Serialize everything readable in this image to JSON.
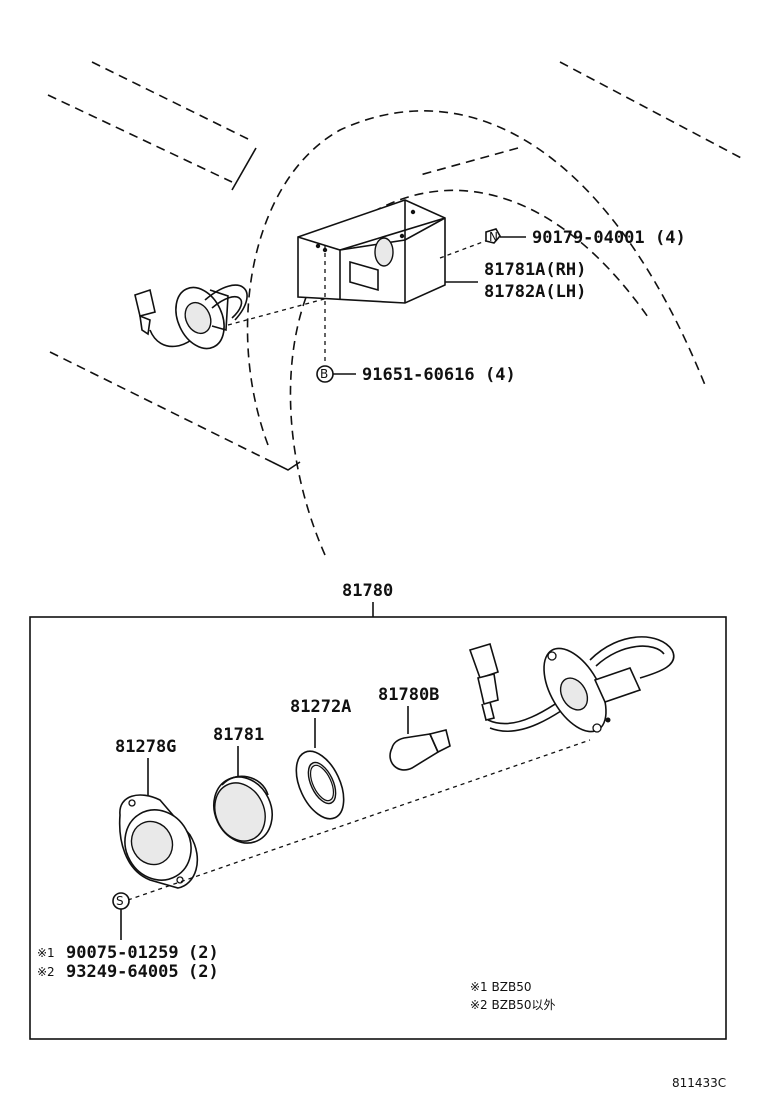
{
  "top_assembly": {
    "nut": {
      "part_no": "90179-04001",
      "qty": "(4)",
      "symbol": "N"
    },
    "bracket": {
      "part_rh": "81781A(RH)",
      "part_lh": "81782A(LH)"
    },
    "bolt": {
      "part_no": "91651-60616",
      "qty": "(4)",
      "symbol": "B"
    }
  },
  "assembly": {
    "part_no": "81780",
    "parts": {
      "housing": "81278G",
      "lens": "81781",
      "gasket": "81272A",
      "bulb": "81780B"
    },
    "screw": {
      "symbol": "S",
      "option1": {
        "mark": "※1",
        "part_no": "90075-01259",
        "qty": "(2)"
      },
      "option2": {
        "mark": "※2",
        "part_no": "93249-64005",
        "qty": "(2)"
      }
    },
    "notes": {
      "note1": "※1 BZB50",
      "note2": "※2 BZB50以外"
    }
  },
  "figure_id": "811433C"
}
